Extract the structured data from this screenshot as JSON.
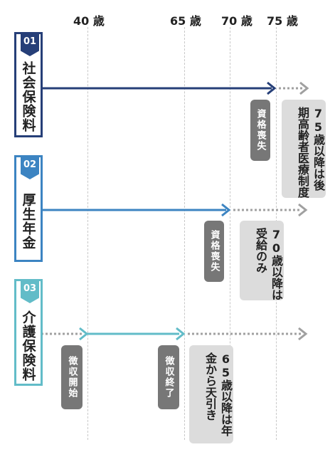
{
  "ages": [
    "40 歳",
    "65 歳",
    "70 歳",
    "75 歳"
  ],
  "sections": [
    {
      "num": "01",
      "label": "社会保険料",
      "color": "#263f78"
    },
    {
      "num": "02",
      "label": "厚生年金",
      "color": "#3c84c2"
    },
    {
      "num": "03",
      "label": "介護保険料",
      "color": "#62bcc8"
    }
  ],
  "callouts": {
    "s1_lose": "資格喪失",
    "s1_note": "75歳以降は後期高齢者医療制度",
    "s2_lose": "資格喪失",
    "s2_note": "70歳以降は受給のみ",
    "s3_start": "徴収開始",
    "s3_end": "徴収終了",
    "s3_note": "65歳以降は年金から天引き"
  },
  "colors": {
    "gray_dots": "#a0a0a0",
    "dark_callout": "#777777",
    "light_callout": "#dcdcdc"
  }
}
